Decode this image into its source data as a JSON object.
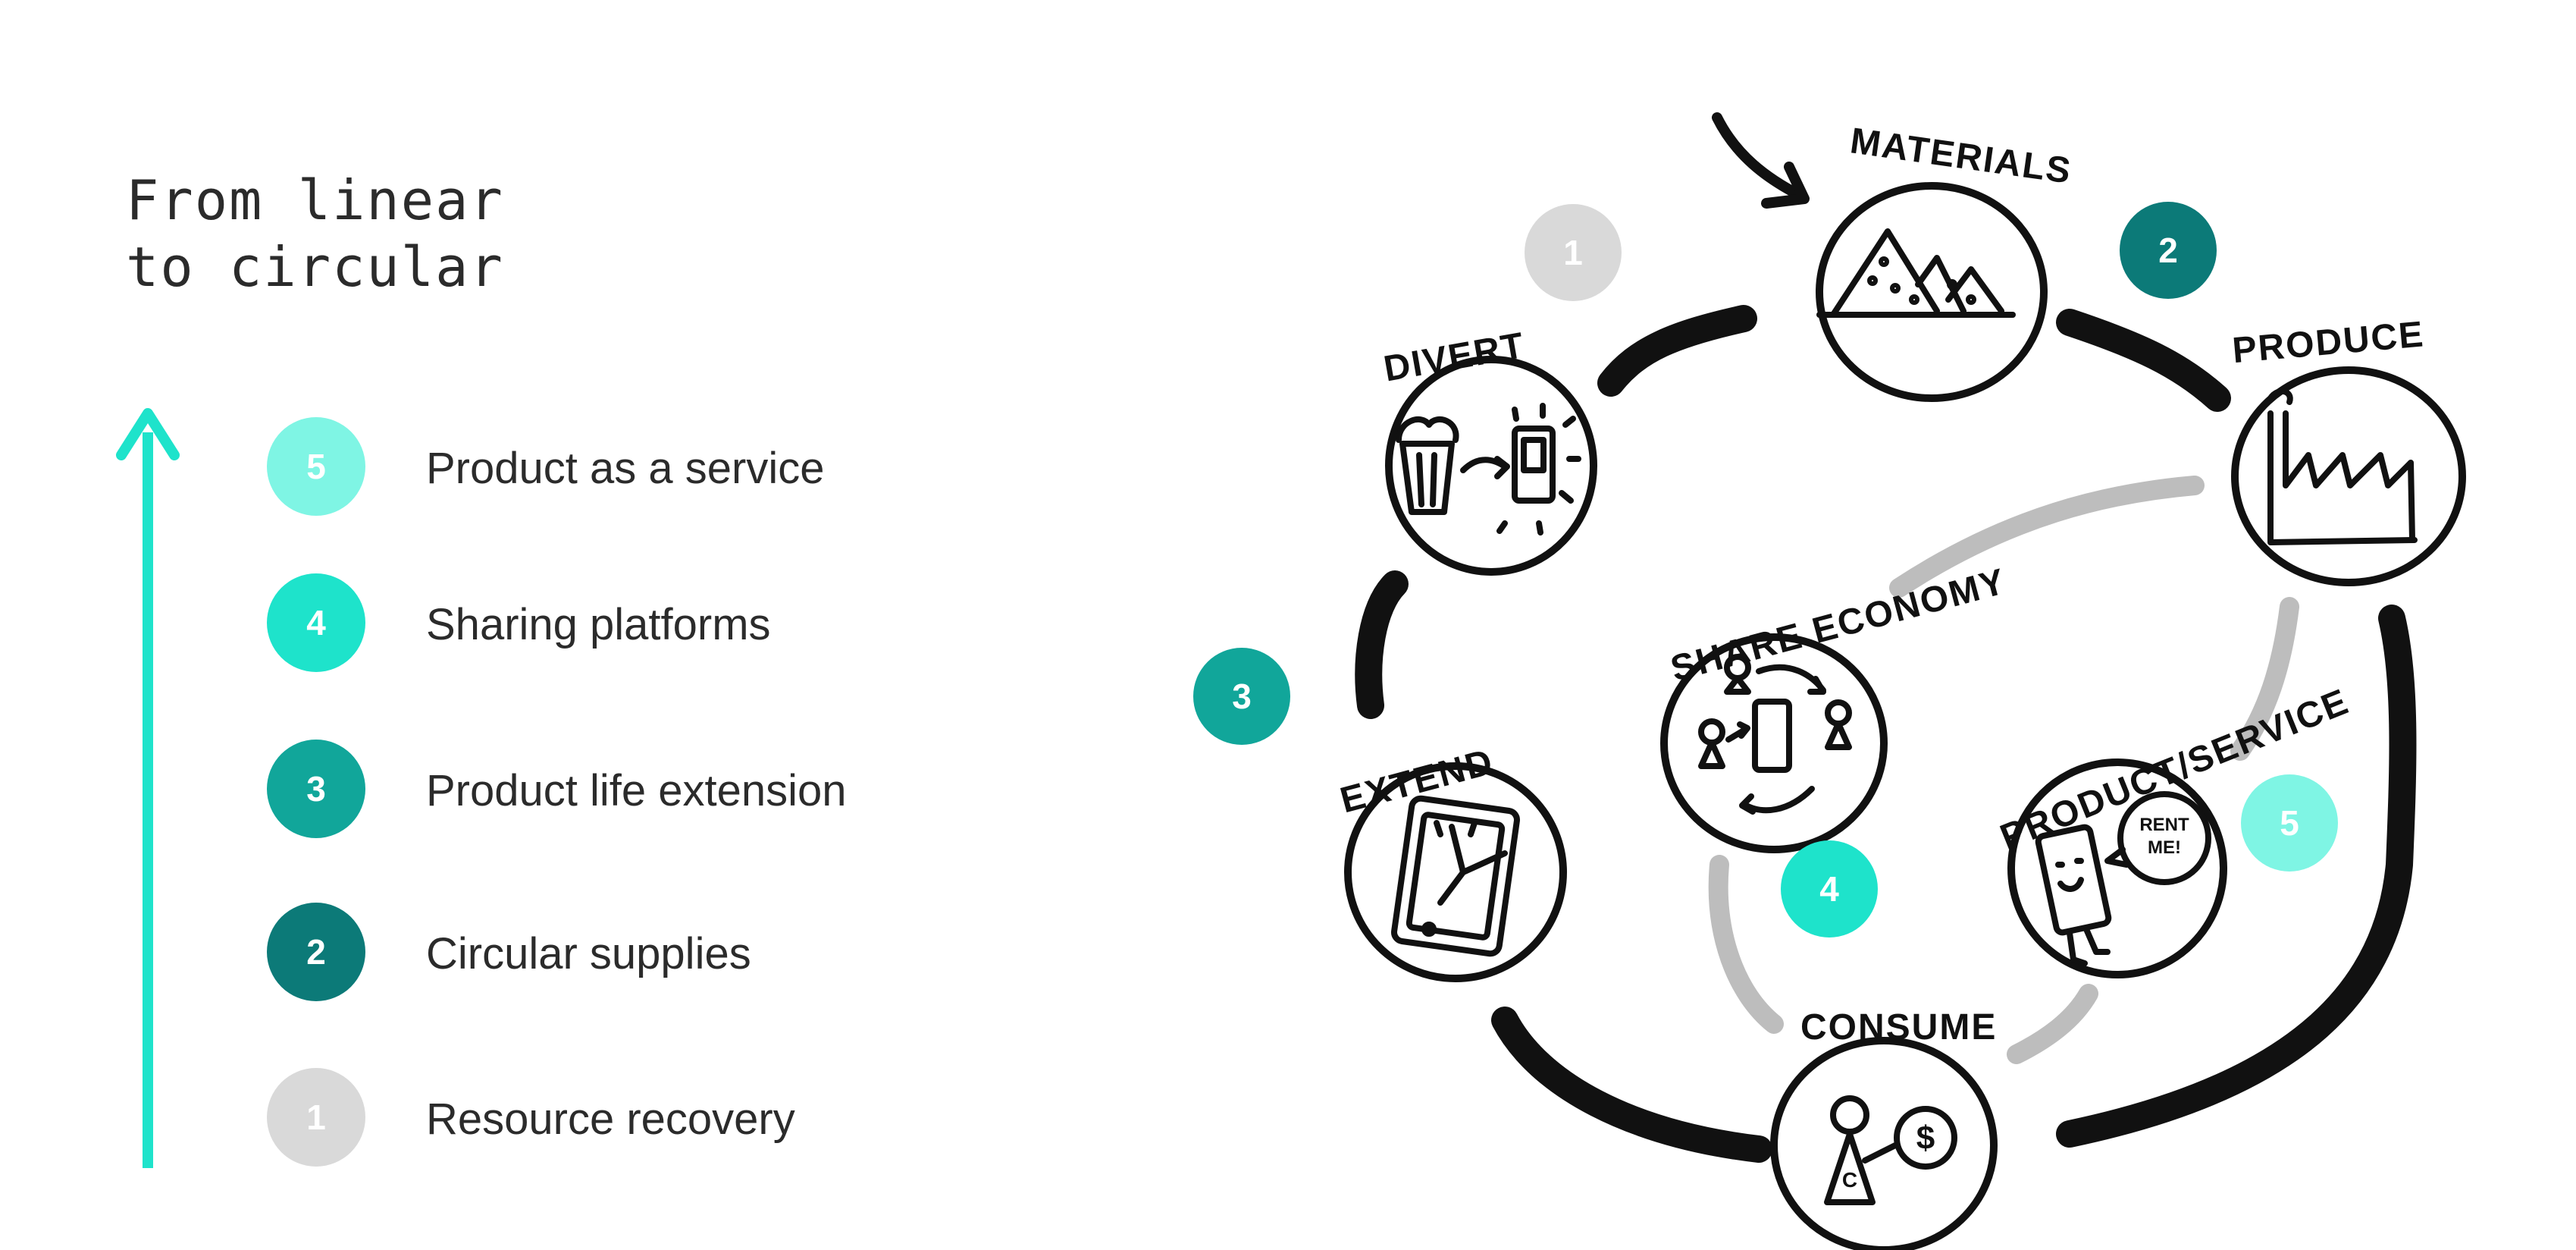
{
  "title": "From linear\nto circular",
  "colors": {
    "level1": "#d9d9d9",
    "level2": "#0c7a78",
    "level3": "#11a69a",
    "level4": "#1ee3cb",
    "level5": "#7ff5e4",
    "arrow": "#1ee3cb",
    "ink": "#111111",
    "grey_path": "#bdbdbd"
  },
  "legend": [
    {
      "number": "5",
      "label": "Product as a service"
    },
    {
      "number": "4",
      "label": "Sharing platforms"
    },
    {
      "number": "3",
      "label": "Product life extension"
    },
    {
      "number": "2",
      "label": "Circular supplies"
    },
    {
      "number": "1",
      "label": "Resource recovery"
    }
  ],
  "diagram": {
    "nodes": {
      "materials": "MATERIALS",
      "produce": "PRODUCE",
      "divert": "DIVERT",
      "share_economy": "SHARE ECONOMY",
      "extend": "EXTEND",
      "product_service": "PRODUCT/SERVICE",
      "consume": "CONSUME"
    },
    "markers": {
      "m1": "1",
      "m2": "2",
      "m3": "3",
      "m4": "4",
      "m5": "5"
    },
    "sketch_text": {
      "rent_me": "RENT ME!",
      "dollar": "$",
      "c": "C"
    }
  }
}
